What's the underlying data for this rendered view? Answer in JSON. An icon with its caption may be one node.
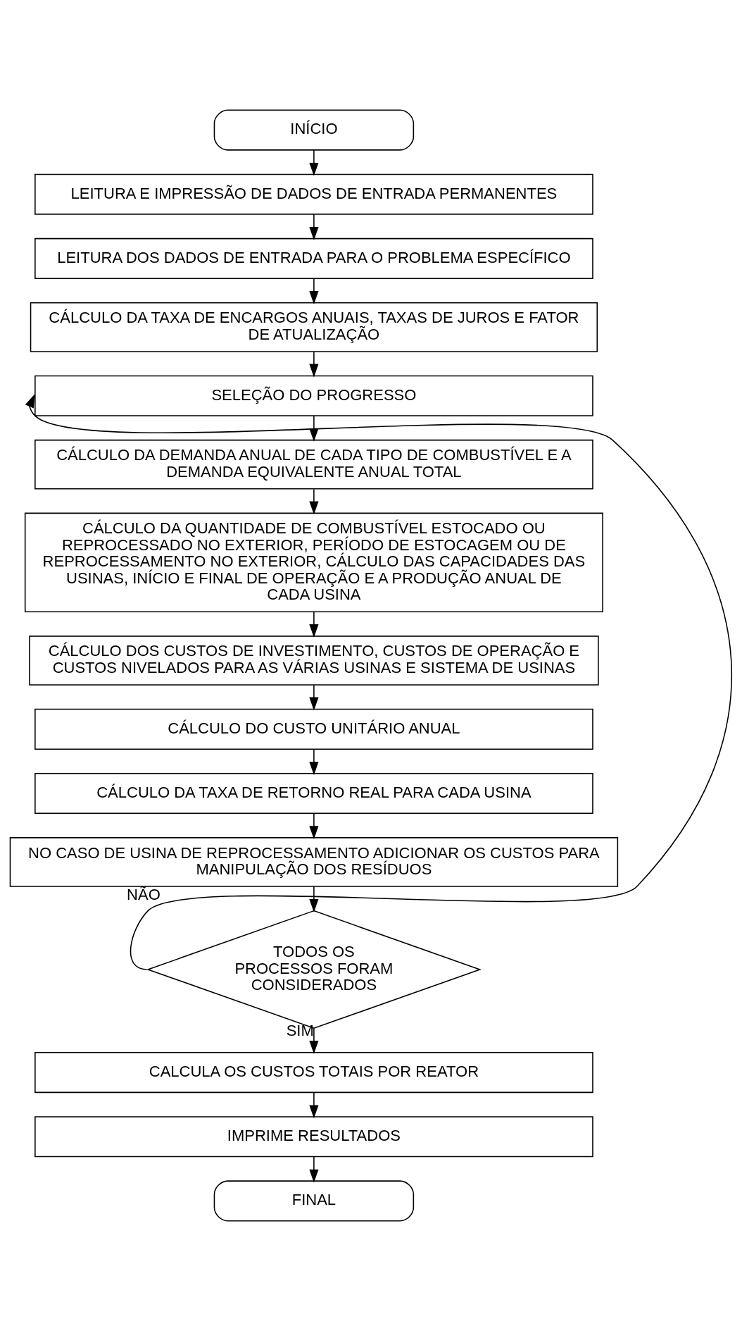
{
  "diagram": {
    "nodes": [
      {
        "text": [
          "INÍCIO"
        ]
      },
      {
        "text": [
          "LEITURA E IMPRESSÃO DE DADOS DE ENTRADA PERMANENTES"
        ]
      },
      {
        "text": [
          "LEITURA DOS DADOS DE ENTRADA PARA O PROBLEMA ESPECÍFICO"
        ]
      },
      {
        "text": [
          "CÁLCULO DA TAXA DE ENCARGOS ANUAIS, TAXAS DE JUROS E FATOR DE ATUALIZAÇÃO"
        ]
      },
      {
        "text": [
          "SELEÇÃO DO PROGRESSO"
        ]
      },
      {
        "text": [
          "CÁLCULO DA DEMANDA ANUAL DE CADA TIPO DE COMBUSTÍVEL E A DEMANDA EQUIVALENTE ANUAL TOTAL"
        ]
      },
      {
        "text": [
          "CÁLCULO DA QUANTIDADE DE COMBUSTÍVEL ESTOCADO OU REPROCESSADO NO EXTERIOR, PERÍODO DE ESTOCAGEM OU DE REPROCESSAMENTO NO EXTERIOR, CÁLCULO DAS CAPACIDADES DAS USINAS, INÍCIO E FINAL DE OPERAÇÃO E A PRODUÇÃO ANUAL DE CADA USINA"
        ]
      },
      {
        "text": [
          "CÁLCULO DOS CUSTOS DE INVESTIMENTO, CUSTOS DE OPERAÇÃO E CUSTOS NIVELADOS PARA AS VÁRIAS USINAS E SISTEMA DE USINAS"
        ]
      },
      {
        "text": [
          "CÁLCULO DO CUSTO UNITÁRIO ANUAL"
        ]
      },
      {
        "text": [
          "CÁLCULO DA TAXA DE RETORNO REAL PARA CADA USINA"
        ]
      },
      {
        "text": [
          "NO CASO DE USINA DE REPROCESSAMENTO ADICIONAR OS CUSTOS PARA MANIPULAÇÃO DOS RESÍDUOS"
        ]
      },
      {
        "text": [
          "TODOS OS PROCESSOS FORAM CONSIDERADOS"
        ]
      },
      {
        "text": [
          "CALCULA OS CUSTOS TOTAIS POR REATOR"
        ]
      },
      {
        "text": [
          "IMPRIME RESULTADOS"
        ]
      },
      {
        "text": [
          "FINAL"
        ]
      }
    ],
    "edges": [
      {
        "from": 0,
        "to": 1,
        "arrow": "to"
      },
      {
        "from": 1,
        "to": 2,
        "arrow": "to"
      },
      {
        "from": 2,
        "to": 3,
        "arrow": "to"
      },
      {
        "from": 3,
        "to": 4,
        "arrow": "to"
      },
      {
        "from": 4,
        "to": 5,
        "arrow": "to"
      },
      {
        "from": 5,
        "to": 6,
        "arrow": "to"
      },
      {
        "from": 6,
        "to": 7,
        "arrow": "to"
      },
      {
        "from": 7,
        "to": 8,
        "arrow": "to"
      },
      {
        "from": 8,
        "to": 9,
        "arrow": "to"
      },
      {
        "from": 9,
        "to": 10,
        "arrow": "to"
      },
      {
        "from": 10,
        "to": 11,
        "arrow": "to"
      },
      {
        "from": 11,
        "to": 4,
        "arrow": "to",
        "label": "NÃO"
      },
      {
        "from": 11,
        "to": 12,
        "arrow": "to",
        "label": "SIM"
      },
      {
        "from": 12,
        "to": 13,
        "arrow": "to"
      },
      {
        "from": 13,
        "to": 14,
        "arrow": "to"
      }
    ]
  }
}
